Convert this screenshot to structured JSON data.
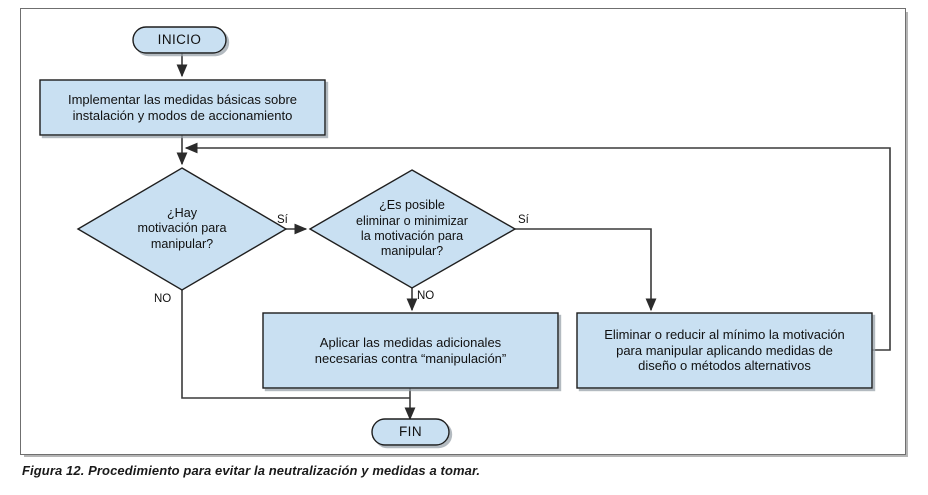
{
  "figure": {
    "caption": "Figura 12. Procedimiento para evitar la neutralización y medidas a tomar.",
    "frame_border_color": "#6f6f6f",
    "background": "#ffffff"
  },
  "style": {
    "node_fill": "#c9e0f2",
    "node_stroke": "#1f1f1f",
    "connector_color": "#3a3a3a",
    "text_color": "#111111"
  },
  "nodes": {
    "start": {
      "id": "inicio",
      "type": "terminal",
      "label": "INICIO"
    },
    "process_basic": {
      "id": "medidas-basicas",
      "type": "process",
      "label": "Implementar las medidas básicas sobre\ninstalación y modos de accionamiento"
    },
    "decision_motivation": {
      "id": "hay-motivacion",
      "type": "decision",
      "label": "¿Hay\nmotivación para\nmanipular?"
    },
    "decision_eliminate": {
      "id": "es-posible-eliminar",
      "type": "decision",
      "label": "¿Es posible\neliminar o minimizar\nla motivación para\nmanipular?"
    },
    "process_additional": {
      "id": "medidas-adicionales",
      "type": "process",
      "label": "Aplicar las medidas adicionales\nnecesarias contra “manipulación”"
    },
    "process_eliminate": {
      "id": "eliminar-reducir",
      "type": "process",
      "label": "Eliminar o reducir al mínimo la motivación\npara manipular aplicando medidas de\ndiseño o métodos alternativos"
    },
    "end": {
      "id": "fin",
      "type": "terminal",
      "label": "FIN"
    }
  },
  "edge_labels": {
    "motivation_yes": "Sí",
    "motivation_no": "NO",
    "eliminate_yes": "Sí",
    "eliminate_no": "NO"
  },
  "chart_data": {
    "type": "diagram",
    "title": "Figura 12. Procedimiento para evitar la neutralización y medidas a tomar.",
    "nodes": [
      {
        "id": "inicio",
        "shape": "terminal",
        "text": "INICIO"
      },
      {
        "id": "medidas-basicas",
        "shape": "process",
        "text": "Implementar las medidas básicas sobre instalación y modos de accionamiento"
      },
      {
        "id": "hay-motivacion",
        "shape": "decision",
        "text": "¿Hay motivación para manipular?"
      },
      {
        "id": "es-posible-eliminar",
        "shape": "decision",
        "text": "¿Es posible eliminar o minimizar la motivación para manipular?"
      },
      {
        "id": "medidas-adicionales",
        "shape": "process",
        "text": "Aplicar las medidas adicionales necesarias contra “manipulación”"
      },
      {
        "id": "eliminar-reducir",
        "shape": "process",
        "text": "Eliminar o reducir al mínimo la motivación para manipular aplicando medidas de diseño o métodos alternativos"
      },
      {
        "id": "fin",
        "shape": "terminal",
        "text": "FIN"
      }
    ],
    "edges": [
      {
        "from": "inicio",
        "to": "medidas-basicas",
        "label": ""
      },
      {
        "from": "medidas-basicas",
        "to": "hay-motivacion",
        "label": ""
      },
      {
        "from": "hay-motivacion",
        "to": "es-posible-eliminar",
        "label": "Sí"
      },
      {
        "from": "hay-motivacion",
        "to": "fin",
        "label": "NO"
      },
      {
        "from": "es-posible-eliminar",
        "to": "medidas-adicionales",
        "label": "NO"
      },
      {
        "from": "es-posible-eliminar",
        "to": "eliminar-reducir",
        "label": "Sí"
      },
      {
        "from": "medidas-adicionales",
        "to": "fin",
        "label": ""
      },
      {
        "from": "eliminar-reducir",
        "to": "hay-motivacion",
        "label": ""
      }
    ]
  }
}
